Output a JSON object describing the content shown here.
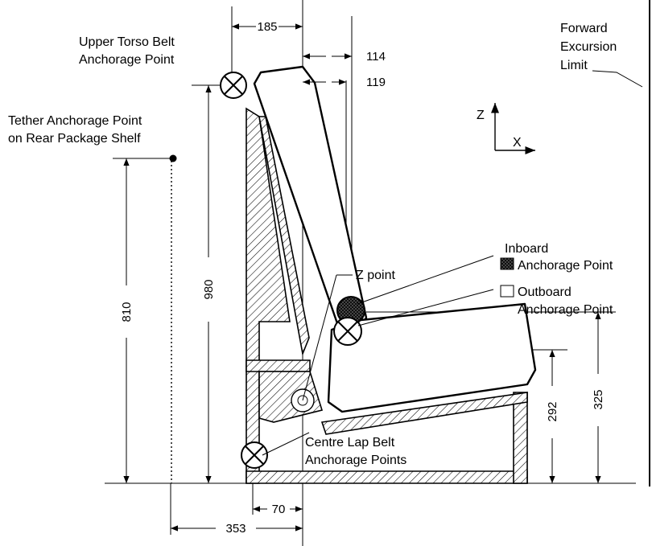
{
  "labels": {
    "upper_torso": [
      "Upper Torso Belt",
      "Anchorage Point"
    ],
    "tether": [
      "Tether Anchorage Point",
      "on Rear Package Shelf"
    ],
    "forward": [
      "Forward",
      "Excursion",
      "Limit"
    ],
    "centre_lap": [
      "Centre Lap Belt",
      "Anchorage Points"
    ],
    "z_point": "Z point",
    "axis_z": "Z",
    "axis_x": "X"
  },
  "legend": {
    "inboard": [
      "Inboard",
      "Anchorage Point"
    ],
    "outboard": [
      "Outboard",
      "Anchorage Point"
    ]
  },
  "dimensions": {
    "d185": "185",
    "d114": "114",
    "d119": "119",
    "d980": "980",
    "d810": "810",
    "d292": "292",
    "d325": "325",
    "d70": "70",
    "d353": "353"
  }
}
